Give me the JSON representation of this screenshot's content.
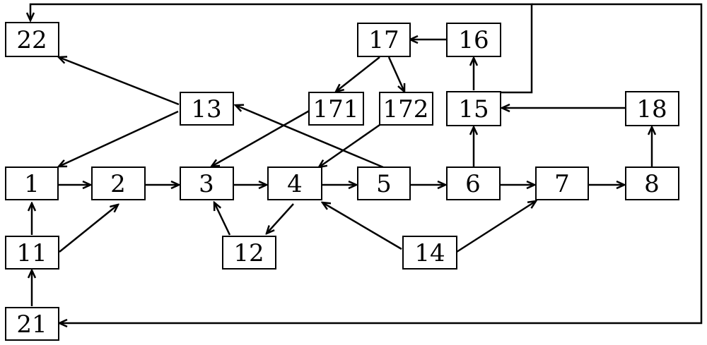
{
  "diagram": {
    "nodes": [
      {
        "id": "n1",
        "label": "1"
      },
      {
        "id": "n2",
        "label": "2"
      },
      {
        "id": "n3",
        "label": "3"
      },
      {
        "id": "n4",
        "label": "4"
      },
      {
        "id": "n5",
        "label": "5"
      },
      {
        "id": "n6",
        "label": "6"
      },
      {
        "id": "n7",
        "label": "7"
      },
      {
        "id": "n8",
        "label": "8"
      },
      {
        "id": "n11",
        "label": "11"
      },
      {
        "id": "n12",
        "label": "12"
      },
      {
        "id": "n13",
        "label": "13"
      },
      {
        "id": "n14",
        "label": "14"
      },
      {
        "id": "n15",
        "label": "15"
      },
      {
        "id": "n16",
        "label": "16"
      },
      {
        "id": "n17",
        "label": "17"
      },
      {
        "id": "n171",
        "label": "171"
      },
      {
        "id": "n172",
        "label": "172"
      },
      {
        "id": "n18",
        "label": "18"
      },
      {
        "id": "n21",
        "label": "21"
      },
      {
        "id": "n22",
        "label": "22"
      }
    ],
    "edges": [
      {
        "from": "1",
        "to": "2"
      },
      {
        "from": "2",
        "to": "3"
      },
      {
        "from": "3",
        "to": "4"
      },
      {
        "from": "4",
        "to": "5"
      },
      {
        "from": "5",
        "to": "6"
      },
      {
        "from": "6",
        "to": "7"
      },
      {
        "from": "7",
        "to": "8"
      },
      {
        "from": "11",
        "to": "1"
      },
      {
        "from": "11",
        "to": "2"
      },
      {
        "from": "21",
        "to": "11"
      },
      {
        "from": "4",
        "to": "12"
      },
      {
        "from": "12",
        "to": "3"
      },
      {
        "from": "14",
        "to": "4"
      },
      {
        "from": "14",
        "to": "7"
      },
      {
        "from": "13",
        "to": "22"
      },
      {
        "from": "13",
        "to": "1"
      },
      {
        "from": "5",
        "to": "13"
      },
      {
        "from": "6",
        "to": "15"
      },
      {
        "from": "15",
        "to": "16"
      },
      {
        "from": "16",
        "to": "17"
      },
      {
        "from": "17",
        "to": "171"
      },
      {
        "from": "17",
        "to": "172"
      },
      {
        "from": "171",
        "to": "3"
      },
      {
        "from": "172",
        "to": "4"
      },
      {
        "from": "8",
        "to": "18"
      },
      {
        "from": "18",
        "to": "15"
      },
      {
        "from": "15",
        "to": "22"
      },
      {
        "from": "15",
        "to": "21"
      }
    ]
  }
}
